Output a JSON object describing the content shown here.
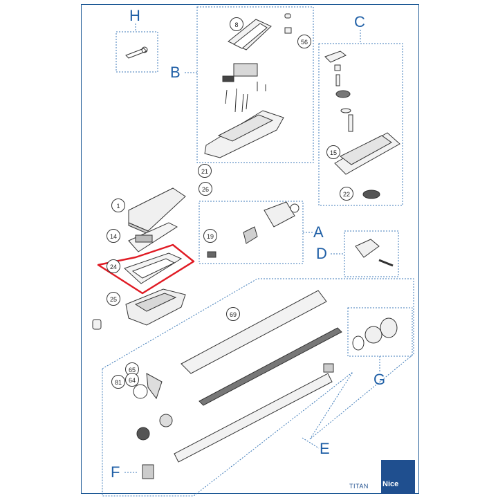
{
  "groups": {
    "A": "A",
    "B": "B",
    "C": "C",
    "D": "D",
    "E": "E",
    "F": "F",
    "G": "G",
    "H": "H"
  },
  "parts": {
    "p1": "1",
    "p8": "8",
    "p14": "14",
    "p15": "15",
    "p19": "19",
    "p21": "21",
    "p22": "22",
    "p24": "24",
    "p25": "25",
    "p26": "26",
    "p56": "56",
    "p64": "64",
    "p65": "65",
    "p69": "69",
    "p81": "81"
  },
  "footer": {
    "model": "TITAN",
    "brand": "Nice"
  },
  "colors": {
    "frame": "#1f5a96",
    "group_letter": "#1f5fa6",
    "highlight": "#e01b24",
    "brand_bg": "#1f4f8f",
    "leader_dots": "#3d7ab8"
  },
  "highlighted_part": "24"
}
